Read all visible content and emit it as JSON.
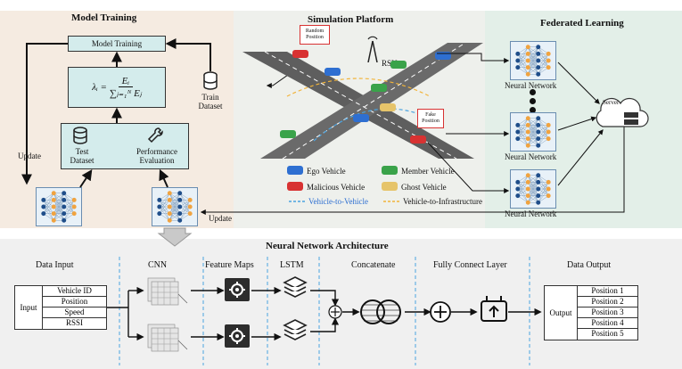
{
  "model_training": {
    "title": "Model Training",
    "box_label": "Model Training",
    "formula": {
      "lhs": "λᵢ =",
      "num": "Eᵢ",
      "den": "∑ⱼ₌₁ᴺ Eⱼ"
    },
    "test_dataset": [
      "Test",
      "Dataset"
    ],
    "performance": [
      "Performance",
      "Evaluation"
    ],
    "train_dataset": [
      "Train",
      "Dataset"
    ],
    "update_left": "Update",
    "update_right": "Update"
  },
  "simulation": {
    "title": "Simulation Platform",
    "random_position": [
      "Random",
      "Position"
    ],
    "fake_position": [
      "Fake",
      "Position"
    ],
    "rsu": "RSU",
    "legend": {
      "ego": "Ego Vehicle",
      "member": "Member Vehicle",
      "malicious": "Malicious Vehicle",
      "ghost": "Ghost Vehicle",
      "v2v": "Vehicle-to-Vehicle",
      "v2i": "Vehicle-to-Infrastructure"
    }
  },
  "federated": {
    "title": "Federated Learning",
    "nn_labels": [
      "Neural Network",
      "Neural Network",
      "Neural Network"
    ],
    "server": "Server"
  },
  "architecture": {
    "title": "Neural Network Architecture",
    "sections": [
      "Data Input",
      "CNN",
      "Feature Maps",
      "LSTM",
      "Concatenate",
      "Fully Connect Layer",
      "Data Output"
    ],
    "input_label": "Input",
    "input_rows": [
      "Vehicle ID",
      "Position",
      "Speed",
      "RSSI"
    ],
    "output_label": "Output",
    "output_rows": [
      "Position 1",
      "Position 2",
      "Position 3",
      "Position 4",
      "Position 5"
    ]
  },
  "colors": {
    "model_bg": "#f5ebe1",
    "sim_bg": "#eef0ec",
    "fed_bg": "#e3efe8",
    "arch_bg": "#f0f0f0",
    "teal": "#d4ecec",
    "ego": "#2e6fd1",
    "member": "#3aa34a",
    "malicious": "#d83232",
    "ghost": "#e6c46a"
  }
}
